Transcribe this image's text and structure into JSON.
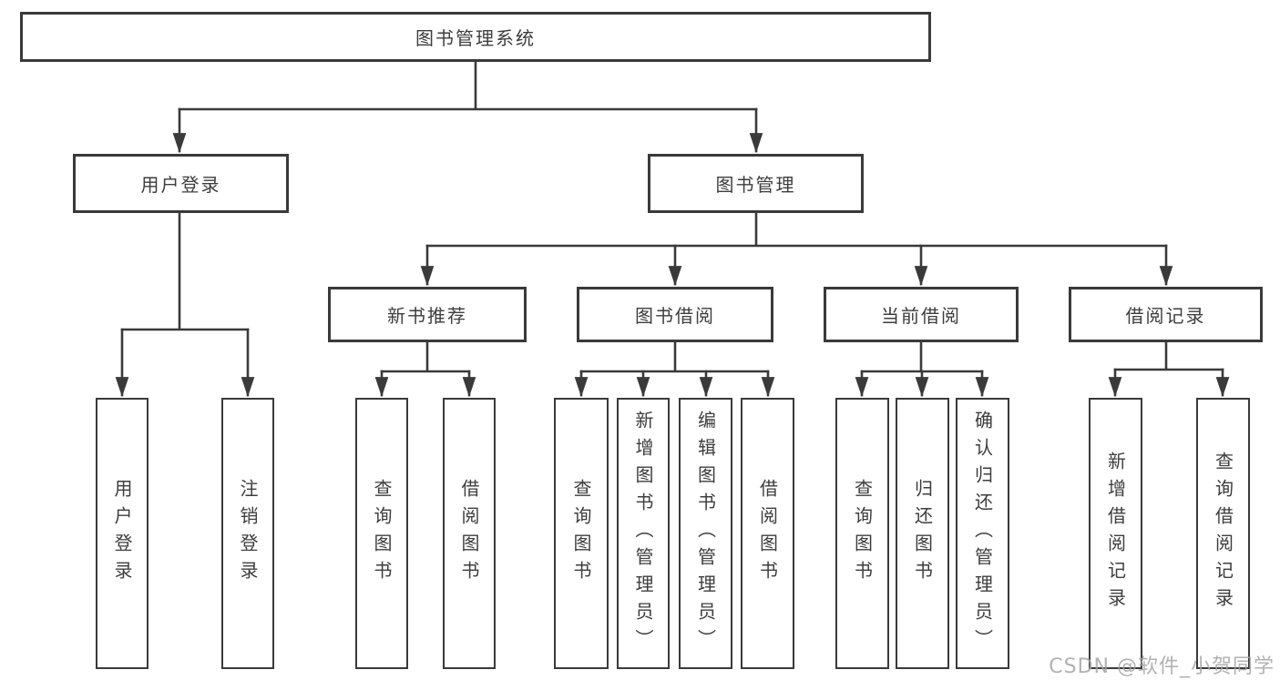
{
  "tree": {
    "label": "图书管理系统",
    "children": [
      {
        "label": "用户登录",
        "children": [
          {
            "label": "用户登录"
          },
          {
            "label": "注销登录"
          }
        ]
      },
      {
        "label": "图书管理",
        "children": [
          {
            "label": "新书推荐",
            "children": [
              {
                "label": "查询图书"
              },
              {
                "label": "借阅图书"
              }
            ]
          },
          {
            "label": "图书借阅",
            "children": [
              {
                "label": "查询图书"
              },
              {
                "label": "新增图书（管理员）"
              },
              {
                "label": "编辑图书（管理员）"
              },
              {
                "label": "借阅图书"
              }
            ]
          },
          {
            "label": "当前借阅",
            "children": [
              {
                "label": "查询图书"
              },
              {
                "label": "归还图书"
              },
              {
                "label": "确认归还（管理员）"
              }
            ]
          },
          {
            "label": "借阅记录",
            "children": [
              {
                "label": "新增借阅记录"
              },
              {
                "label": "查询借阅记录"
              }
            ]
          }
        ]
      }
    ]
  },
  "watermark": "CSDN @软件_小贺同学",
  "colors": {
    "line": "#3a3a3a",
    "text": "#3d3d3d",
    "watermark": "#a5a5a5",
    "background": "#ffffff"
  }
}
